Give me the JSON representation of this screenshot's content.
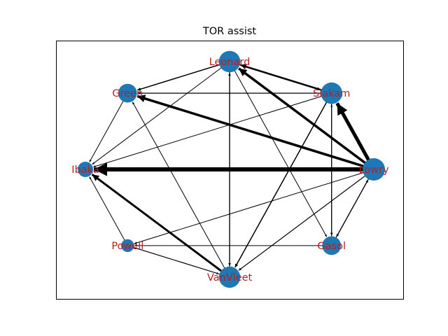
{
  "figure": {
    "title": "TOR assist"
  },
  "colors": {
    "node_fill": "#1f77b4",
    "label_color": "#b22222",
    "edge_color": "#000000",
    "frame_color": "#000000"
  },
  "nodes": [
    {
      "id": "Leonard",
      "label": "Leonard",
      "weight": 3.0
    },
    {
      "id": "Siakam",
      "label": "Siakam",
      "weight": 3.0
    },
    {
      "id": "Lowry",
      "label": "Lowry",
      "weight": 3.4
    },
    {
      "id": "Gasol",
      "label": "Gasol",
      "weight": 2.0
    },
    {
      "id": "VanVleet",
      "label": "VanVleet",
      "weight": 2.9
    },
    {
      "id": "Powell",
      "label": "Powell",
      "weight": 0.5
    },
    {
      "id": "Ibaka",
      "label": "Ibaka",
      "weight": 1.0
    },
    {
      "id": "Green",
      "label": "Green",
      "weight": 2.0
    }
  ],
  "edges": [
    {
      "source": "Lowry",
      "target": "Ibaka",
      "weight": 6
    },
    {
      "source": "Lowry",
      "target": "Siakam",
      "weight": 5
    },
    {
      "source": "Lowry",
      "target": "Leonard",
      "weight": 3.5
    },
    {
      "source": "Lowry",
      "target": "Green",
      "weight": 3.5
    },
    {
      "source": "VanVleet",
      "target": "Ibaka",
      "weight": 3
    },
    {
      "source": "Siakam",
      "target": "Leonard",
      "weight": 2.5
    },
    {
      "source": "Leonard",
      "target": "Siakam",
      "weight": 1.5
    },
    {
      "source": "Leonard",
      "target": "Green",
      "weight": 1.5
    },
    {
      "source": "Siakam",
      "target": "Green",
      "weight": 1.2
    },
    {
      "source": "Siakam",
      "target": "VanVleet",
      "weight": 1.5
    },
    {
      "source": "Siakam",
      "target": "Gasol",
      "weight": 1.2
    },
    {
      "source": "Gasol",
      "target": "Siakam",
      "weight": 1
    },
    {
      "source": "Siakam",
      "target": "Ibaka",
      "weight": 1
    },
    {
      "source": "Leonard",
      "target": "Ibaka",
      "weight": 1
    },
    {
      "source": "Leonard",
      "target": "VanVleet",
      "weight": 1.2
    },
    {
      "source": "VanVleet",
      "target": "Leonard",
      "weight": 1.2
    },
    {
      "source": "Leonard",
      "target": "Gasol",
      "weight": 1
    },
    {
      "source": "Lowry",
      "target": "VanVleet",
      "weight": 1.2
    },
    {
      "source": "Lowry",
      "target": "Gasol",
      "weight": 1.2
    },
    {
      "source": "Gasol",
      "target": "Lowry",
      "weight": 1.2
    },
    {
      "source": "Lowry",
      "target": "Powell",
      "weight": 1
    },
    {
      "source": "Gasol",
      "target": "Powell",
      "weight": 1
    },
    {
      "source": "VanVleet",
      "target": "Powell",
      "weight": 1
    },
    {
      "source": "Powell",
      "target": "Ibaka",
      "weight": 1
    },
    {
      "source": "Powell",
      "target": "VanVleet",
      "weight": 1
    },
    {
      "source": "VanVleet",
      "target": "Green",
      "weight": 1
    },
    {
      "source": "Green",
      "target": "Ibaka",
      "weight": 1
    }
  ]
}
